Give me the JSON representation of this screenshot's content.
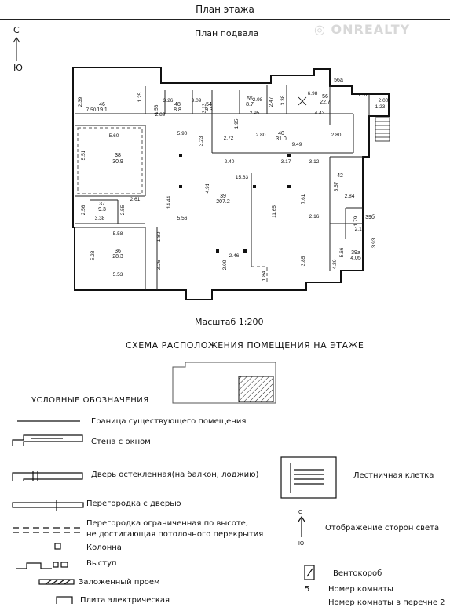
{
  "header": {
    "title": "План этажа"
  },
  "watermark": "ONREALTY",
  "compass": {
    "north": "С",
    "south": "Ю"
  },
  "plan_title": "План подвала",
  "scale": "Масштаб 1:200",
  "scheme_title": "СХЕМА РАСПОЛОЖЕНИЯ ПОМЕЩЕНИЯ НА ЭТАЖЕ",
  "legend": {
    "title": "УСЛОВНЫЕ ОБОЗНАЧЕНИЯ",
    "items": [
      "Граница существующего помещения",
      "Стена с окном",
      "Дверь остекленная(на балкон, лоджию)",
      "Перегородка с дверью",
      "Перегородка ограниченная по высоте,",
      "не достигающая потолочного перекрытия",
      "Колонна",
      "Выступ",
      "Заложенный проем",
      "Плита электрическая"
    ],
    "right_items": [
      "Лестничная клетка",
      "Отображение сторон света",
      "Вентокороб",
      "Номер комнаты",
      "Номер комнаты в перечне 2"
    ],
    "room_number_example": "5"
  },
  "rooms": [
    {
      "num": "46",
      "area": "19.1"
    },
    {
      "num": "48",
      "area": "8.8"
    },
    {
      "num": "54",
      "area": "9.3"
    },
    {
      "num": "55",
      "area": "8.7"
    },
    {
      "num": "56",
      "area": "22.7"
    },
    {
      "num": "56а",
      "area": ""
    },
    {
      "num": "40",
      "area": "31.0"
    },
    {
      "num": "38",
      "area": "30.9"
    },
    {
      "num": "39",
      "area": "207.2"
    },
    {
      "num": "37",
      "area": "9.3"
    },
    {
      "num": "36",
      "area": "28.3"
    },
    {
      "num": "42",
      "area": ""
    },
    {
      "num": "39б",
      "area": ""
    },
    {
      "num": "39а",
      "area": "4.05"
    }
  ],
  "dims": [
    "2.39",
    "7.50",
    "1.25",
    "3.26",
    "2.89",
    "1.58",
    "3.09",
    "3.13",
    "2.98",
    "2.95",
    "2.47",
    "3.38",
    "6.98",
    "4.43",
    "1.51",
    "1.23",
    "2.00",
    "5.60",
    "5.51",
    "5.90",
    "3.23",
    "2.72",
    "1.95",
    "2.80",
    "9.49",
    "2.80",
    "2.40",
    "3.17",
    "3.12",
    "15.63",
    "4.91",
    "14.44",
    "5.56",
    "7.61",
    "11.65",
    "2.16",
    "5.57",
    "2.84",
    "2.56",
    "2.55",
    "2.61",
    "3.38",
    "5.58",
    "5.28",
    "1.80",
    "3.26",
    "5.53",
    "2.00",
    "2.46",
    "1.84",
    "3.85",
    "5.66",
    "4.20",
    "1.79",
    "2.12",
    "3.93"
  ]
}
